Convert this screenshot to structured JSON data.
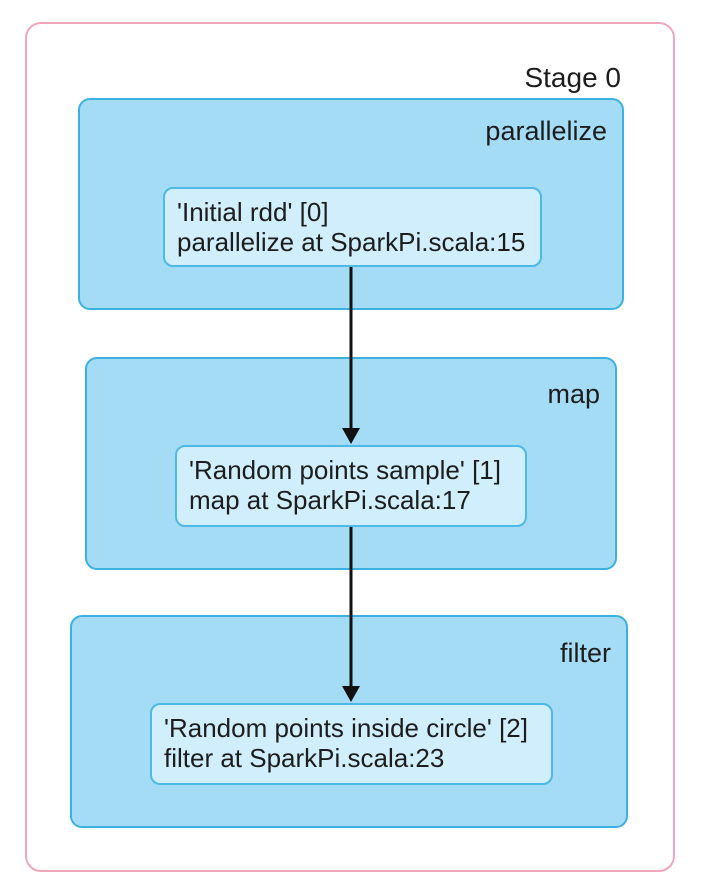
{
  "diagram": {
    "stage_label": "Stage 0",
    "operations": [
      {
        "name": "parallelize",
        "rdd": {
          "line1": "'Initial rdd' [0]",
          "line2": "parallelize at SparkPi.scala:15"
        }
      },
      {
        "name": "map",
        "rdd": {
          "line1": "'Random points sample' [1]",
          "line2": "map at SparkPi.scala:17"
        }
      },
      {
        "name": "filter",
        "rdd": {
          "line1": "'Random points inside circle' [2]",
          "line2": "filter at SparkPi.scala:23"
        }
      }
    ],
    "edges": [
      {
        "from": "Initial rdd [0]",
        "to": "Random points sample [1]"
      },
      {
        "from": "Random points sample [1]",
        "to": "Random points inside circle [2]"
      }
    ]
  },
  "colors": {
    "stage_border": "#f2a6bb",
    "operation_fill": "#a4dcf5",
    "operation_border": "#3cb0e0",
    "rdd_fill": "#d0eefb",
    "rdd_border": "#4fb8e5",
    "arrow": "#111111",
    "text": "#1d1d1d"
  }
}
